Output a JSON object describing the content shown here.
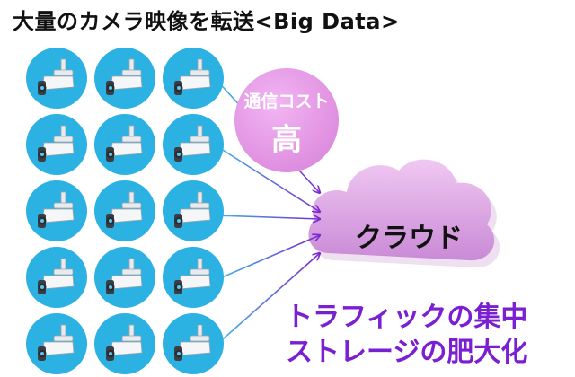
{
  "title": "大量のカメラ映像を転送<Big Data>",
  "cameras": {
    "rows": 5,
    "cols": 3
  },
  "cost": {
    "label": "通信コスト",
    "level": "高"
  },
  "cloud": {
    "label": "クラウド"
  },
  "effects": [
    "トラフィックの集中",
    "ストレージの肥大化"
  ],
  "colors": {
    "camera_circle": "#2cb1e3",
    "camera_body": "#f4f6f8",
    "cost_circle": "#df8fe0",
    "cloud_fill": "#d39ce0",
    "arrow_start": "#41b9e6",
    "arrow_end": "#7c2ad0",
    "effect_text": "#7a1fd1"
  }
}
